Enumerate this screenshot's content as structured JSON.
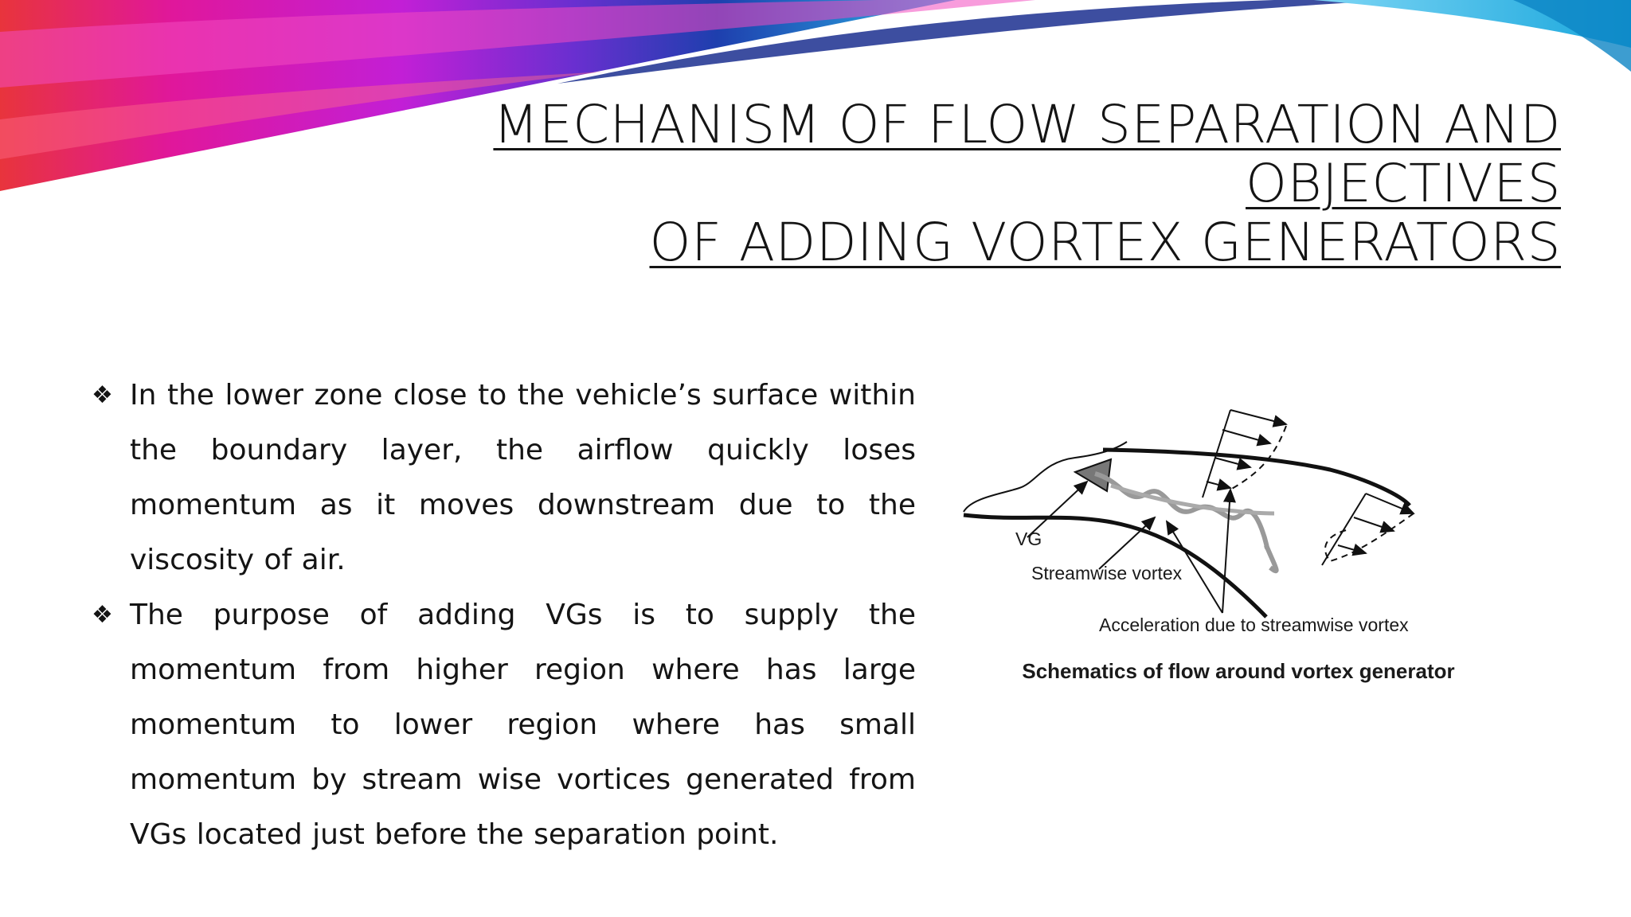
{
  "slide": {
    "title_lines": [
      "MECHANISM OF FLOW SEPARATION AND",
      "OBJECTIVES",
      "OF ADDING VORTEX GENERATORS"
    ],
    "bullet_marker": "❖",
    "bullets": [
      "In the lower zone close to the vehicle’s surface within the boundary layer, the airflow quickly loses momentum as it moves downstream due to the viscosity of air.",
      "The purpose of adding VGs is to supply the momentum from higher region where has large momentum to lower region where has small momentum by stream wise vortices generated from VGs located just before the separation point."
    ]
  },
  "figure": {
    "labels": {
      "vg": "VG",
      "streamwise": "Streamwise vortex",
      "acceleration": "Acceleration due to streamwise vortex"
    },
    "caption": "Schematics of flow around vortex generator"
  },
  "colors": {
    "swoosh_magenta": "#e0179b",
    "swoosh_red": "#e8343c",
    "swoosh_purple": "#8a2be2",
    "swoosh_blue": "#1e3fae",
    "swoosh_cyan": "#2bb6e6",
    "text": "#141414"
  }
}
